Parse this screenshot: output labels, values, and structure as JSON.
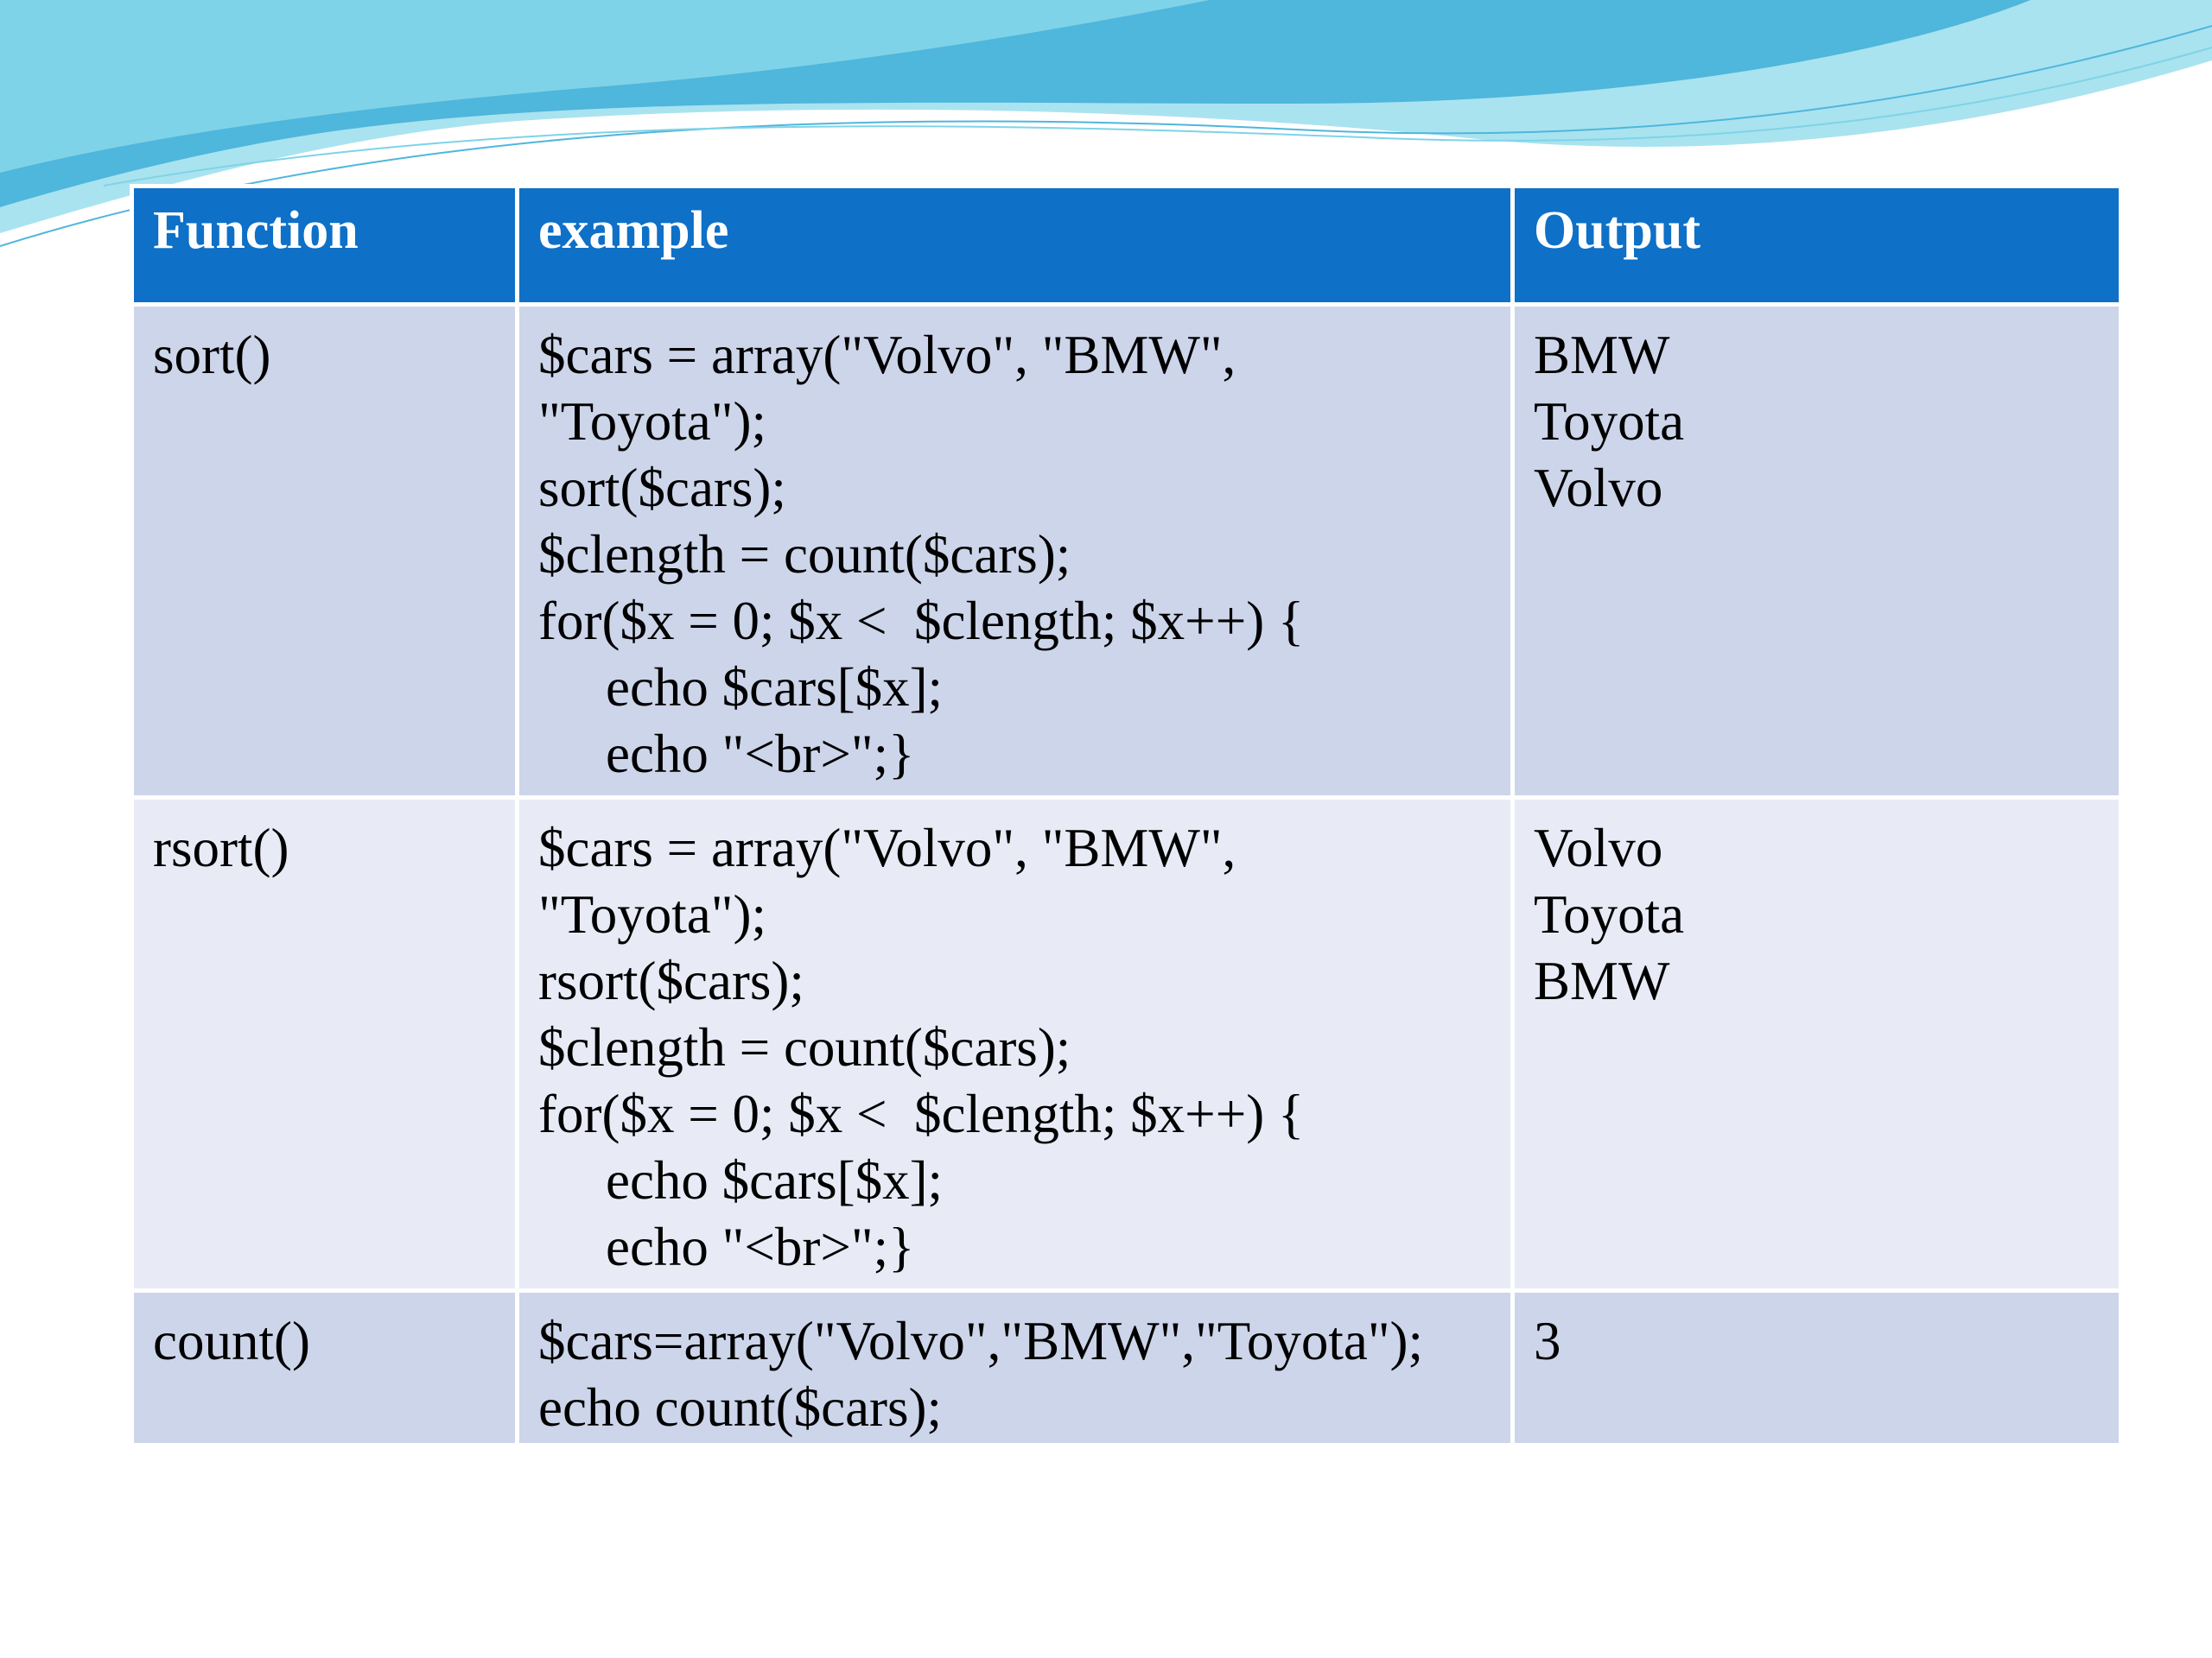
{
  "theme": {
    "header_color": "#0e70c7",
    "row_dark_color": "#cdd5ea",
    "row_light_color": "#e8ebf6",
    "wave_colors": [
      "#7fd3e8",
      "#4fb6dc",
      "#a9e3ef"
    ]
  },
  "table": {
    "headers": [
      "Function",
      "example",
      "Output"
    ],
    "rows": [
      {
        "function": "sort()",
        "example": [
          "$cars = array(\"Volvo\", \"BMW\",",
          "\"Toyota\");",
          "sort($cars);",
          "$clength = count($cars);",
          "for($x = 0; $x <  $clength; $x++) {",
          "echo $cars[$x];",
          "echo \"<br>\";}"
        ],
        "output": [
          "BMW",
          "Toyota",
          "Volvo"
        ]
      },
      {
        "function": "rsort()",
        "example": [
          "$cars = array(\"Volvo\", \"BMW\",",
          "\"Toyota\");",
          "rsort($cars);",
          "$clength = count($cars);",
          "for($x = 0; $x <  $clength; $x++) {",
          "echo $cars[$x];",
          "echo \"<br>\";}"
        ],
        "output": [
          "Volvo",
          "Toyota",
          "BMW"
        ]
      },
      {
        "function": "count()",
        "example": [
          "$cars=array(\"Volvo\",\"BMW\",\"Toyota\");",
          "echo count($cars);"
        ],
        "output": [
          "3"
        ]
      }
    ]
  }
}
